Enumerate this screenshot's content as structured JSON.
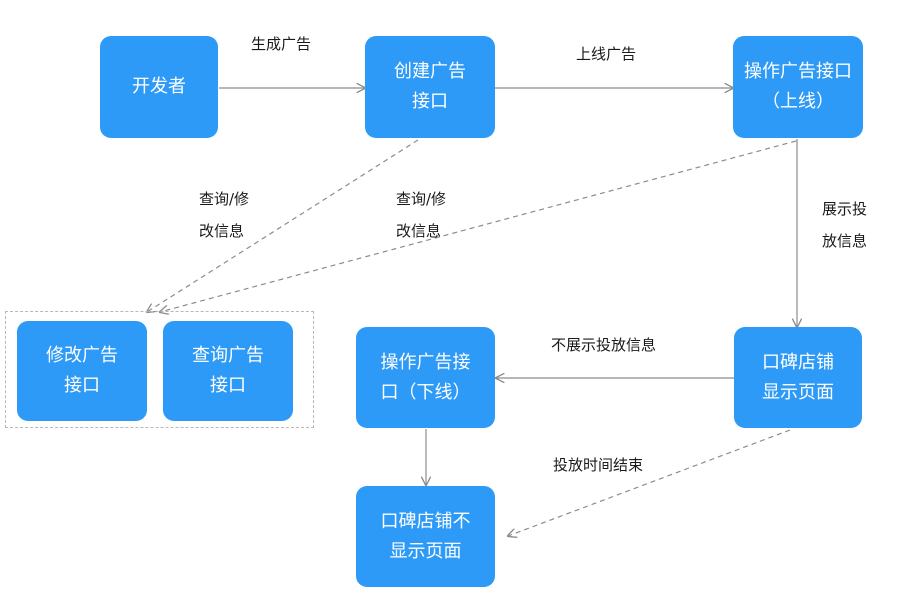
{
  "nodes": {
    "developer": "开发者",
    "create_ad_api": "创建广告\n接口",
    "operate_ad_api_online": "操作广告接口\n（上线）",
    "shop_show_page": "口碑店铺\n显示页面",
    "operate_ad_api_offline": "操作广告接\n口（下线）",
    "shop_no_show_page": "口碑店铺不\n显示页面",
    "modify_ad_api": "修改广告\n接口",
    "query_ad_api": "查询广告\n接口"
  },
  "edges": {
    "generate_ad": "生成广告",
    "go_online": "上线广告",
    "show_delivery_info": "展示投\n放信息",
    "hide_delivery_info": "不展示投放信息",
    "delivery_time_end": "投放时间结束",
    "query_modify_from_create": "查询/修\n改信息",
    "query_modify_from_online": "查询/修\n改信息"
  },
  "colors": {
    "node_fill": "#2e9af8",
    "node_text": "#ffffff",
    "arrow": "#8c8c8c",
    "group_border": "#b8b8b8"
  }
}
